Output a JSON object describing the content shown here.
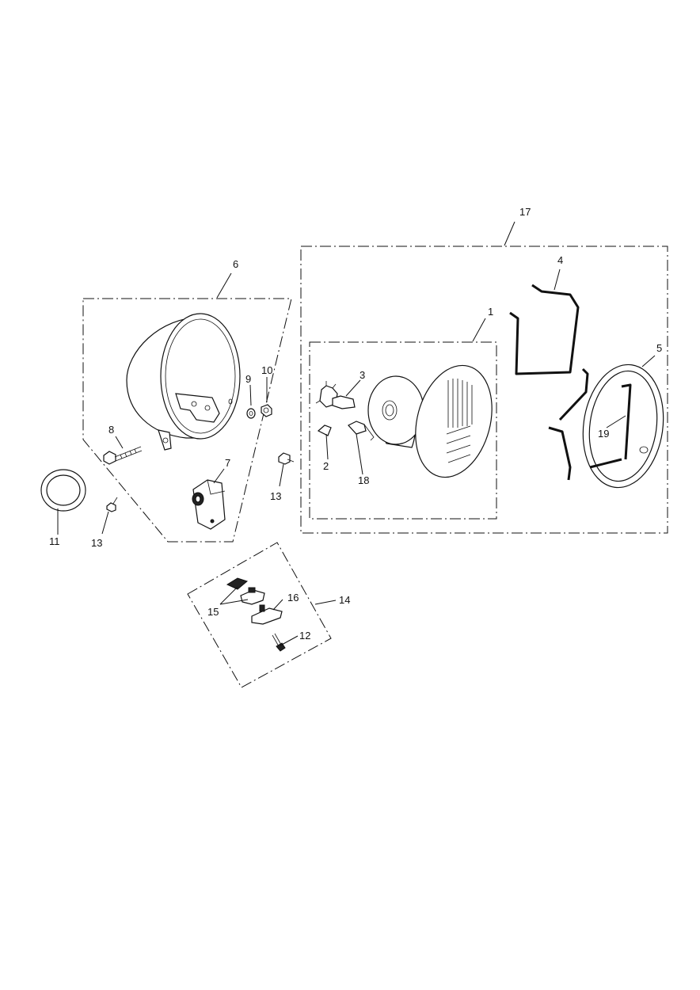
{
  "callouts": {
    "c1": "1",
    "c2": "2",
    "c3": "3",
    "c4": "4",
    "c5": "5",
    "c6": "6",
    "c7": "7",
    "c8": "8",
    "c9": "9",
    "c10": "10",
    "c11": "11",
    "c12": "12",
    "c13a": "13",
    "c13b": "13",
    "c14": "14",
    "c15": "15",
    "c16": "16",
    "c17": "17",
    "c18": "18",
    "c19": "19"
  }
}
